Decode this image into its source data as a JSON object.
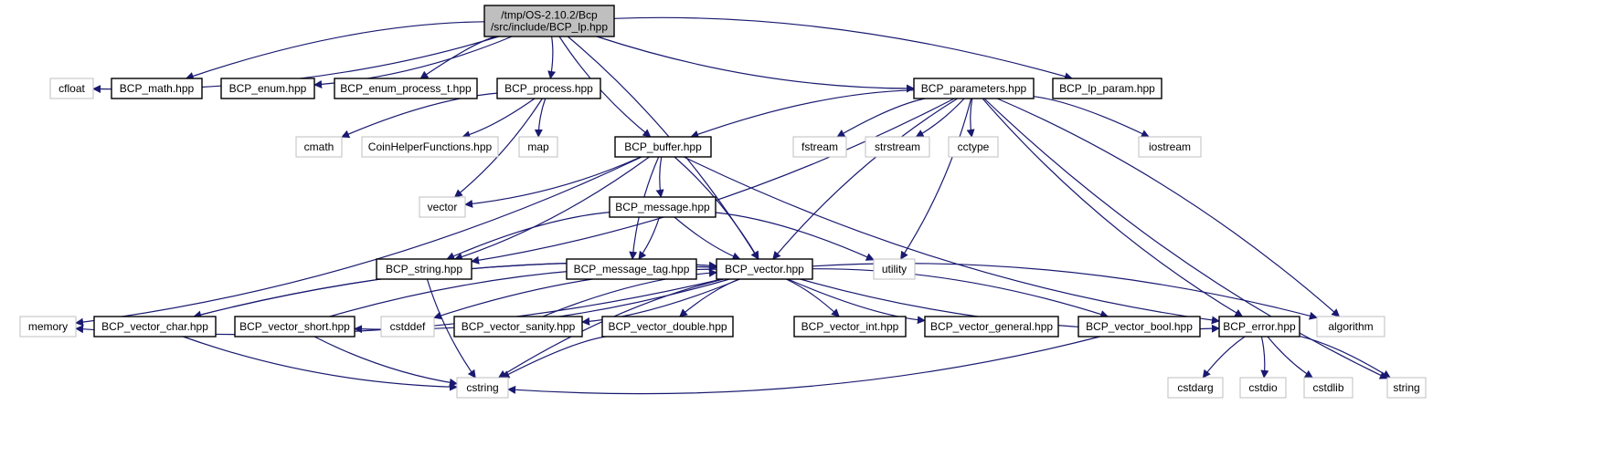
{
  "title": "/tmp/OS-2.10.2/Bcp/src/include/BCP_lp.hpp",
  "nodes": [
    {
      "id": "root",
      "lines": [
        "/tmp/OS-2.10.2/Bcp",
        "/src/include/BCP_lp.hpp"
      ],
      "kind": "root"
    },
    {
      "id": "cfloat",
      "lines": [
        "cfloat"
      ],
      "kind": "system"
    },
    {
      "id": "BCP_math",
      "lines": [
        "BCP_math.hpp"
      ],
      "kind": "project"
    },
    {
      "id": "BCP_enum",
      "lines": [
        "BCP_enum.hpp"
      ],
      "kind": "project"
    },
    {
      "id": "BCP_enum_process_t",
      "lines": [
        "BCP_enum_process_t.hpp"
      ],
      "kind": "project"
    },
    {
      "id": "BCP_process",
      "lines": [
        "BCP_process.hpp"
      ],
      "kind": "project"
    },
    {
      "id": "BCP_parameters",
      "lines": [
        "BCP_parameters.hpp"
      ],
      "kind": "project"
    },
    {
      "id": "BCP_lp_param",
      "lines": [
        "BCP_lp_param.hpp"
      ],
      "kind": "project"
    },
    {
      "id": "cmath",
      "lines": [
        "cmath"
      ],
      "kind": "system"
    },
    {
      "id": "CoinHelperFunctions",
      "lines": [
        "CoinHelperFunctions.hpp"
      ],
      "kind": "system"
    },
    {
      "id": "map",
      "lines": [
        "map"
      ],
      "kind": "system"
    },
    {
      "id": "BCP_buffer",
      "lines": [
        "BCP_buffer.hpp"
      ],
      "kind": "project"
    },
    {
      "id": "fstream",
      "lines": [
        "fstream"
      ],
      "kind": "system"
    },
    {
      "id": "strstream",
      "lines": [
        "strstream"
      ],
      "kind": "system"
    },
    {
      "id": "cctype",
      "lines": [
        "cctype"
      ],
      "kind": "system"
    },
    {
      "id": "iostream",
      "lines": [
        "iostream"
      ],
      "kind": "system"
    },
    {
      "id": "vector",
      "lines": [
        "vector"
      ],
      "kind": "system"
    },
    {
      "id": "BCP_message",
      "lines": [
        "BCP_message.hpp"
      ],
      "kind": "project"
    },
    {
      "id": "BCP_string",
      "lines": [
        "BCP_string.hpp"
      ],
      "kind": "project"
    },
    {
      "id": "BCP_message_tag",
      "lines": [
        "BCP_message_tag.hpp"
      ],
      "kind": "project"
    },
    {
      "id": "BCP_vector",
      "lines": [
        "BCP_vector.hpp"
      ],
      "kind": "project"
    },
    {
      "id": "utility",
      "lines": [
        "utility"
      ],
      "kind": "system"
    },
    {
      "id": "memory",
      "lines": [
        "memory"
      ],
      "kind": "system"
    },
    {
      "id": "BCP_vector_char",
      "lines": [
        "BCP_vector_char.hpp"
      ],
      "kind": "project"
    },
    {
      "id": "BCP_vector_short",
      "lines": [
        "BCP_vector_short.hpp"
      ],
      "kind": "project"
    },
    {
      "id": "cstddef",
      "lines": [
        "cstddef"
      ],
      "kind": "system"
    },
    {
      "id": "BCP_vector_sanity",
      "lines": [
        "BCP_vector_sanity.hpp"
      ],
      "kind": "project"
    },
    {
      "id": "BCP_vector_double",
      "lines": [
        "BCP_vector_double.hpp"
      ],
      "kind": "project"
    },
    {
      "id": "BCP_vector_int",
      "lines": [
        "BCP_vector_int.hpp"
      ],
      "kind": "project"
    },
    {
      "id": "BCP_vector_general",
      "lines": [
        "BCP_vector_general.hpp"
      ],
      "kind": "project"
    },
    {
      "id": "BCP_vector_bool",
      "lines": [
        "BCP_vector_bool.hpp"
      ],
      "kind": "project"
    },
    {
      "id": "BCP_error",
      "lines": [
        "BCP_error.hpp"
      ],
      "kind": "project"
    },
    {
      "id": "algorithm",
      "lines": [
        "algorithm"
      ],
      "kind": "system"
    },
    {
      "id": "cstring",
      "lines": [
        "cstring"
      ],
      "kind": "system"
    },
    {
      "id": "cstdarg",
      "lines": [
        "cstdarg"
      ],
      "kind": "system"
    },
    {
      "id": "cstdio",
      "lines": [
        "cstdio"
      ],
      "kind": "system"
    },
    {
      "id": "cstdlib",
      "lines": [
        "cstdlib"
      ],
      "kind": "system"
    },
    {
      "id": "string",
      "lines": [
        "string"
      ],
      "kind": "system"
    }
  ],
  "edges": [
    [
      "root",
      "cfloat"
    ],
    [
      "root",
      "BCP_math"
    ],
    [
      "root",
      "BCP_enum"
    ],
    [
      "root",
      "BCP_enum_process_t"
    ],
    [
      "root",
      "BCP_process"
    ],
    [
      "root",
      "BCP_buffer"
    ],
    [
      "root",
      "BCP_vector"
    ],
    [
      "root",
      "BCP_parameters"
    ],
    [
      "root",
      "BCP_lp_param"
    ],
    [
      "BCP_process",
      "cmath"
    ],
    [
      "BCP_process",
      "CoinHelperFunctions"
    ],
    [
      "BCP_process",
      "map"
    ],
    [
      "BCP_process",
      "vector"
    ],
    [
      "BCP_parameters",
      "BCP_buffer"
    ],
    [
      "BCP_parameters",
      "BCP_string"
    ],
    [
      "BCP_parameters",
      "fstream"
    ],
    [
      "BCP_parameters",
      "strstream"
    ],
    [
      "BCP_parameters",
      "cctype"
    ],
    [
      "BCP_parameters",
      "iostream"
    ],
    [
      "BCP_parameters",
      "BCP_vector"
    ],
    [
      "BCP_parameters",
      "utility"
    ],
    [
      "BCP_parameters",
      "BCP_error"
    ],
    [
      "BCP_parameters",
      "algorithm"
    ],
    [
      "BCP_parameters",
      "string"
    ],
    [
      "BCP_buffer",
      "vector"
    ],
    [
      "BCP_buffer",
      "BCP_message"
    ],
    [
      "BCP_buffer",
      "BCP_string"
    ],
    [
      "BCP_buffer",
      "BCP_message_tag"
    ],
    [
      "BCP_buffer",
      "BCP_vector"
    ],
    [
      "BCP_buffer",
      "BCP_error"
    ],
    [
      "BCP_buffer",
      "memory"
    ],
    [
      "BCP_message",
      "BCP_string"
    ],
    [
      "BCP_message",
      "BCP_message_tag"
    ],
    [
      "BCP_message",
      "BCP_vector"
    ],
    [
      "BCP_message",
      "utility"
    ],
    [
      "BCP_string",
      "cstring"
    ],
    [
      "BCP_vector",
      "memory"
    ],
    [
      "BCP_vector",
      "BCP_vector_char"
    ],
    [
      "BCP_vector",
      "BCP_vector_short"
    ],
    [
      "BCP_vector",
      "cstddef"
    ],
    [
      "BCP_vector",
      "BCP_vector_sanity"
    ],
    [
      "BCP_vector",
      "BCP_vector_double"
    ],
    [
      "BCP_vector",
      "BCP_vector_int"
    ],
    [
      "BCP_vector",
      "BCP_vector_general"
    ],
    [
      "BCP_vector",
      "BCP_vector_bool"
    ],
    [
      "BCP_vector",
      "BCP_error"
    ],
    [
      "BCP_vector",
      "algorithm"
    ],
    [
      "BCP_vector",
      "cstring"
    ],
    [
      "BCP_vector_char",
      "BCP_vector"
    ],
    [
      "BCP_vector_char",
      "cstring"
    ],
    [
      "BCP_vector_short",
      "BCP_vector"
    ],
    [
      "BCP_vector_short",
      "cstring"
    ],
    [
      "BCP_vector_sanity",
      "BCP_vector"
    ],
    [
      "BCP_vector_double",
      "cstring"
    ],
    [
      "BCP_vector_bool",
      "cstring"
    ],
    [
      "BCP_error",
      "cstdarg"
    ],
    [
      "BCP_error",
      "cstdio"
    ],
    [
      "BCP_error",
      "cstdlib"
    ],
    [
      "BCP_error",
      "string"
    ]
  ],
  "colors": {
    "edge": "#191970",
    "root_fill": "#bfbfbf",
    "system_border": "#bfbfbf",
    "project_border": "#000000"
  }
}
